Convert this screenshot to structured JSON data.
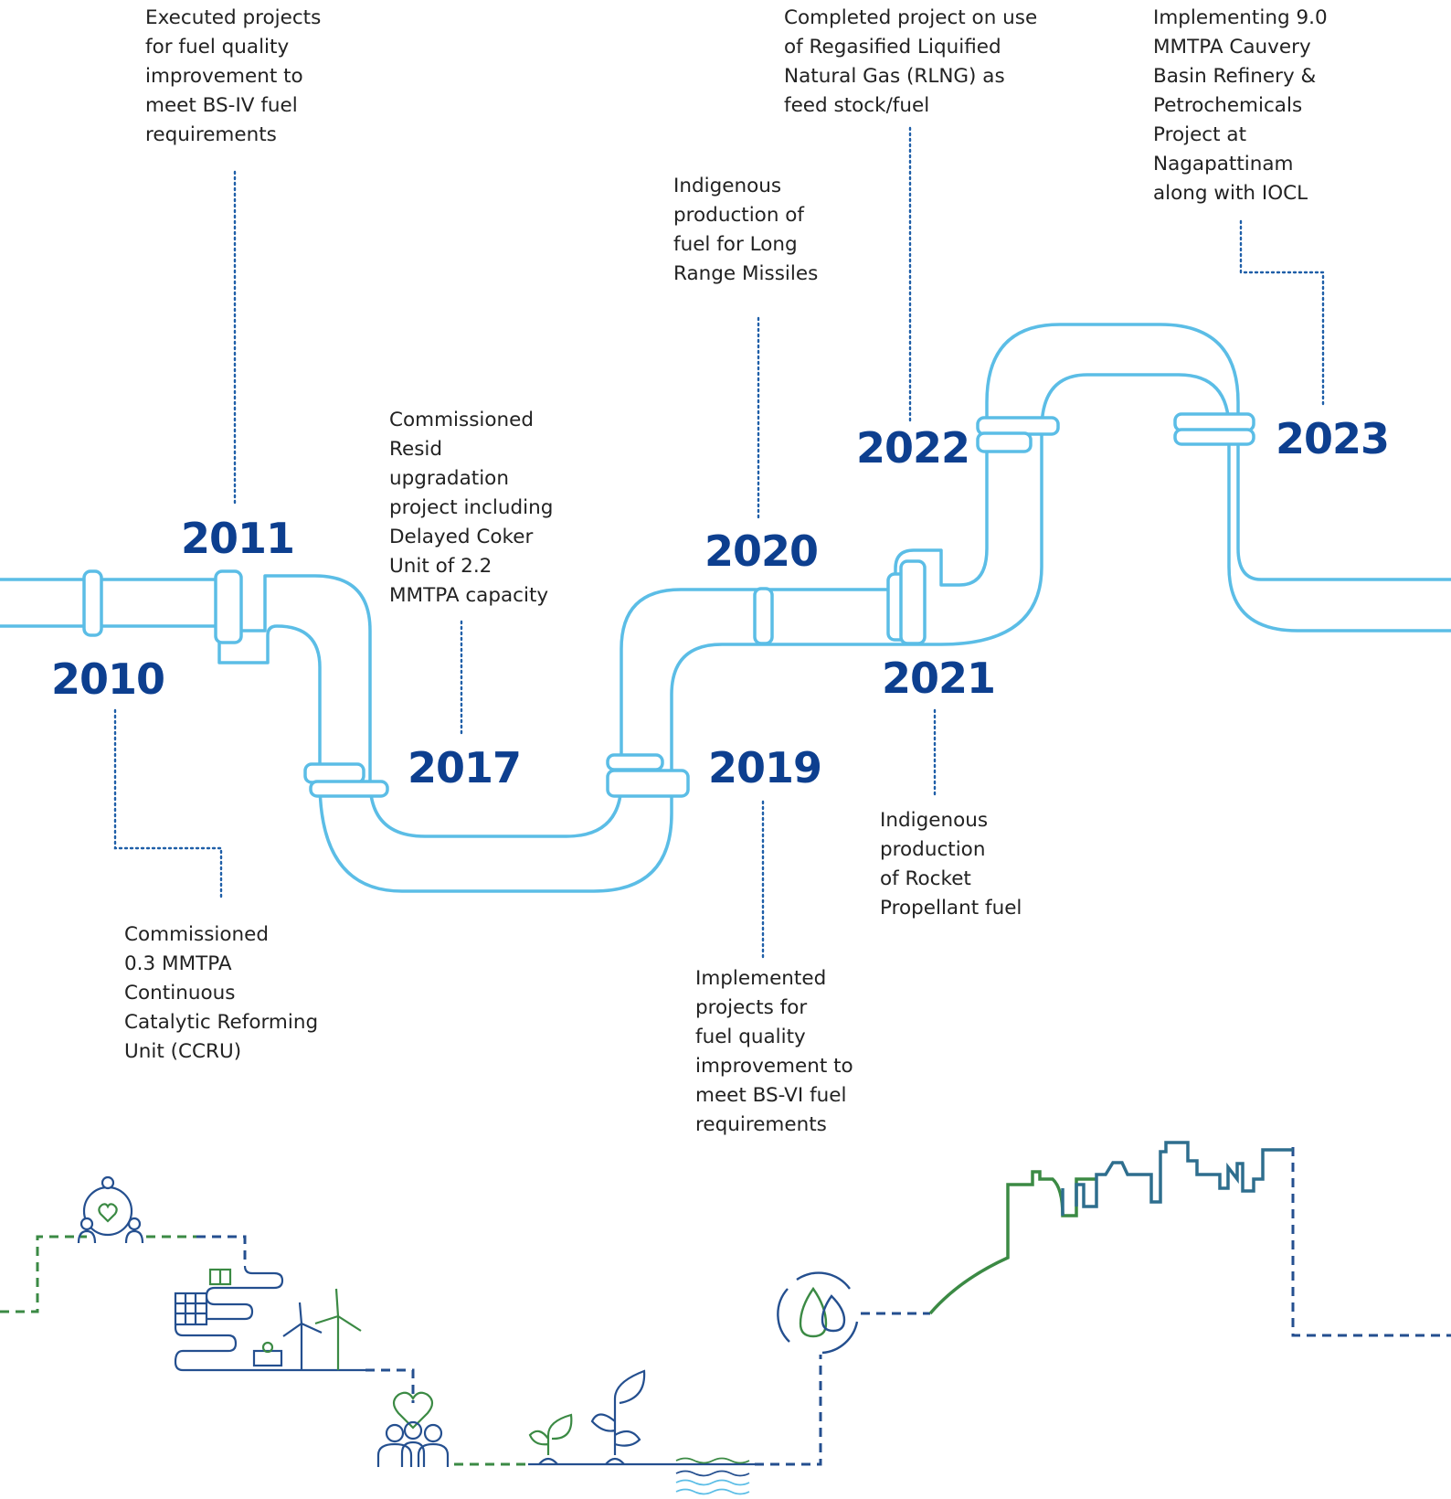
{
  "colors": {
    "pipe": "#5bbde6",
    "year": "#0d3f8f",
    "connector": "#1f5fa8",
    "dash_green": "#3b8a44",
    "dash_blue": "#244f8f",
    "icon_green": "#3b8a44",
    "icon_blue": "#244f8f"
  },
  "milestones": [
    {
      "year": "2010",
      "text": "Commissioned\n0.3 MMTPA\nContinuous\nCatalytic Reforming\nUnit (CCRU)"
    },
    {
      "year": "2011",
      "text": "Executed projects\nfor fuel quality\nimprovement to\nmeet BS-IV fuel\nrequirements"
    },
    {
      "year": "2017",
      "text": "Commissioned\nResid\nupgradation\nproject including\nDelayed Coker\nUnit of 2.2\nMMTPA capacity"
    },
    {
      "year": "2019",
      "text": "Implemented\nprojects for\nfuel quality\nimprovement to\nmeet  BS-VI fuel\nrequirements"
    },
    {
      "year": "2020",
      "text": "Indigenous\nproduction of\nfuel for Long\nRange Missiles"
    },
    {
      "year": "2021",
      "text": "Indigenous\nproduction\nof Rocket\nPropellant fuel"
    },
    {
      "year": "2022",
      "text": "Completed project on use\nof Regasified Liquified\nNatural Gas (RLNG) as\nfeed stock/fuel"
    },
    {
      "year": "2023",
      "text": "Implementing 9.0\nMMTPA Cauvery\nBasin Refinery &\nPetrochemicals\nProject at\nNagapattinam\nalong with IOCL"
    }
  ],
  "icons": [
    "community-care-icon",
    "renewable-energy-icon",
    "people-heart-icon",
    "sapling-icon",
    "water-waves-icon",
    "water-cycle-icon",
    "city-skyline-icon"
  ]
}
